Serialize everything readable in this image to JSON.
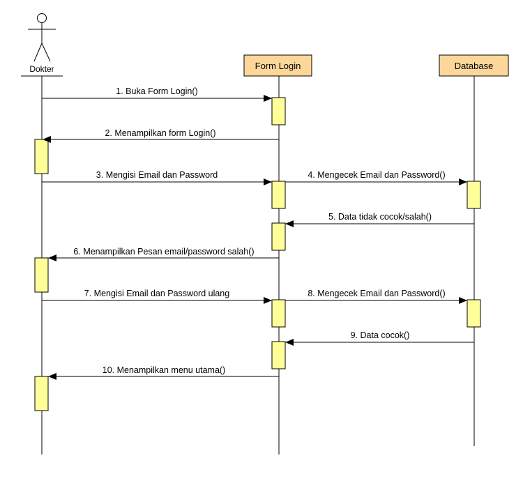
{
  "participants": [
    {
      "id": "dokter",
      "label": "Dokter",
      "kind": "actor"
    },
    {
      "id": "form",
      "label": "Form Login",
      "kind": "object"
    },
    {
      "id": "db",
      "label": "Database",
      "kind": "object"
    }
  ],
  "colors": {
    "object_fill": "#fdd79a",
    "activation_fill": "#ffff99",
    "line": "#000000"
  },
  "messages": [
    {
      "label": "1. Buka Form Login()",
      "from": "dokter",
      "to": "form"
    },
    {
      "label": "2. Menampilkan form Login()",
      "from": "form",
      "to": "dokter"
    },
    {
      "label": "3. Mengisi Email dan Password",
      "from": "dokter",
      "to": "form"
    },
    {
      "label": "4. Mengecek Email dan Password()",
      "from": "form",
      "to": "db"
    },
    {
      "label": "5. Data tidak cocok/salah()",
      "from": "db",
      "to": "form"
    },
    {
      "label": "6. Menampilkan Pesan email/password salah()",
      "from": "form",
      "to": "dokter"
    },
    {
      "label": "7. Mengisi Email dan Password ulang",
      "from": "dokter",
      "to": "form"
    },
    {
      "label": "8. Mengecek Email dan Password()",
      "from": "form",
      "to": "db"
    },
    {
      "label": "9. Data cocok()",
      "from": "db",
      "to": "form"
    },
    {
      "label": "10. Menampilkan menu utama()",
      "from": "form",
      "to": "dokter"
    }
  ]
}
